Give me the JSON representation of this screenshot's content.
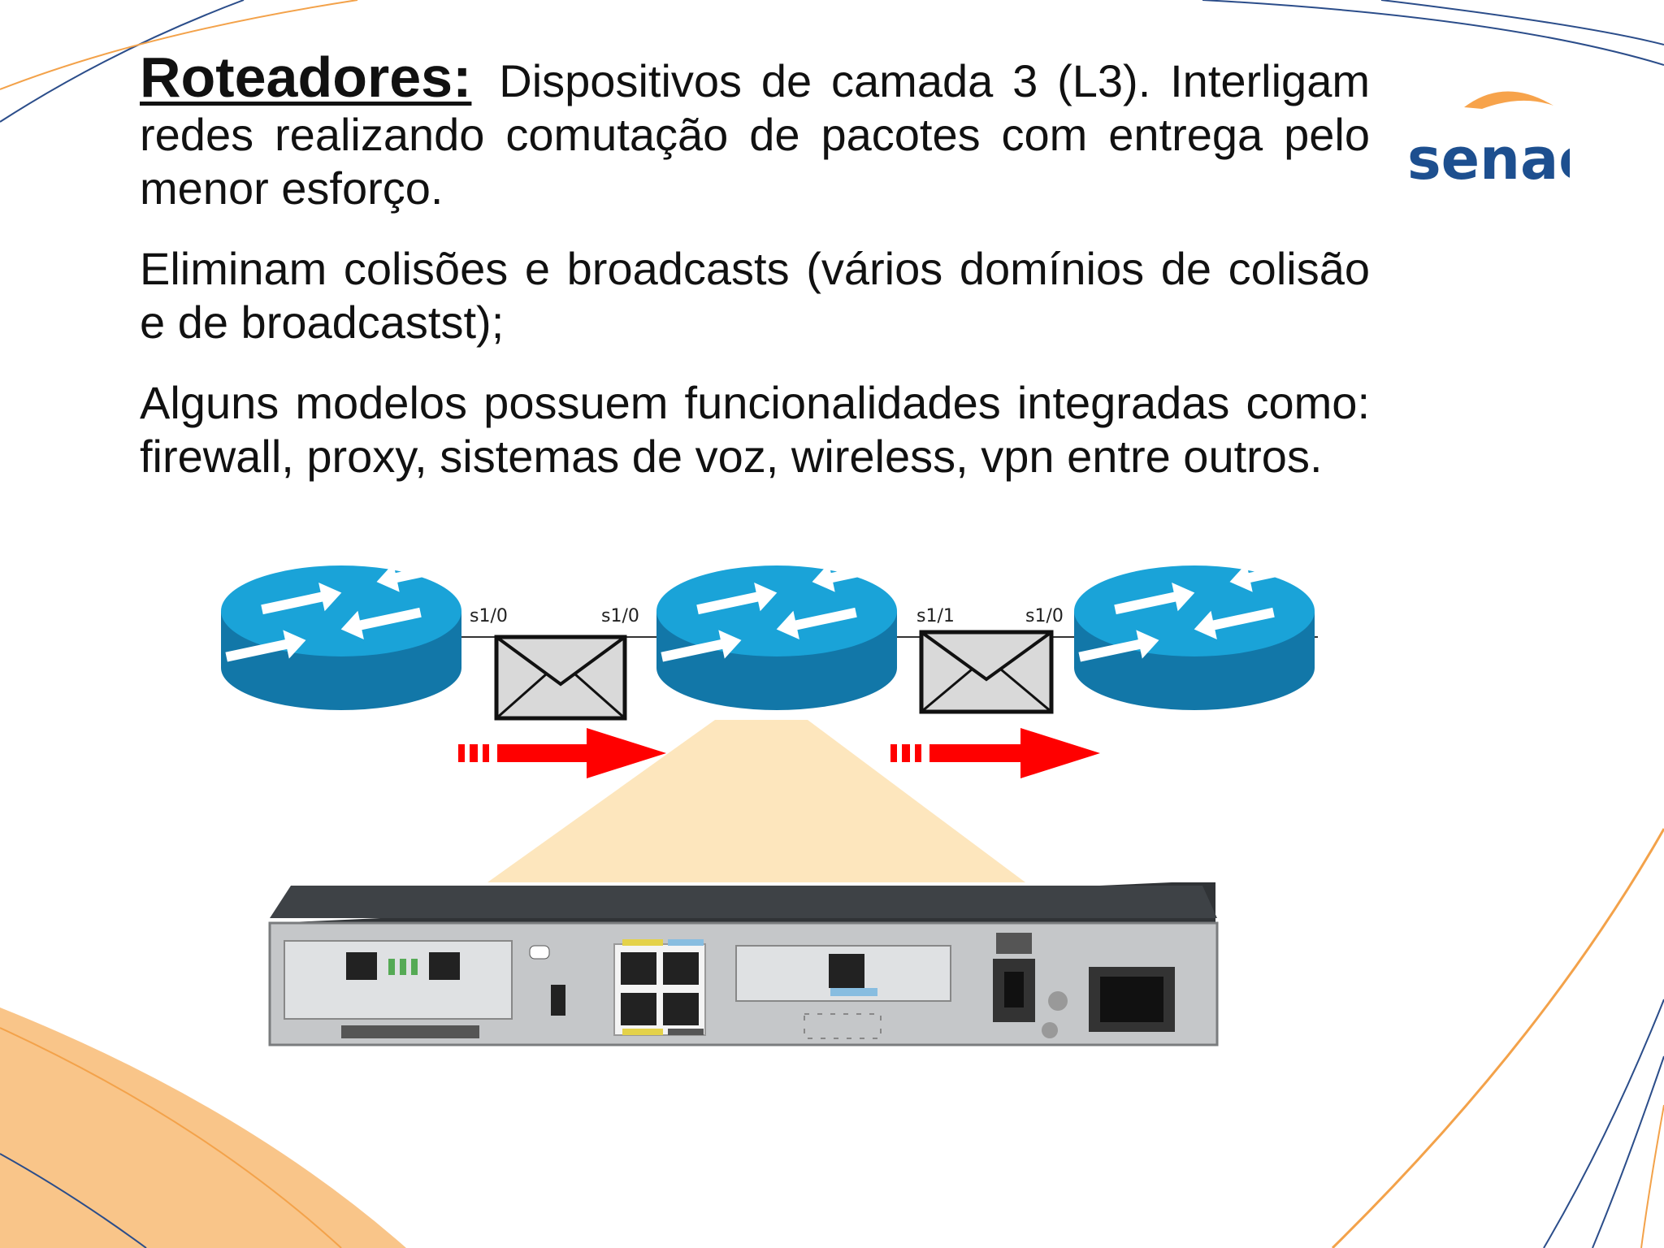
{
  "slide": {
    "title": "Roteadores:",
    "intro": "Dispositivos de camada 3 (L3). Interligam redes realizando comutação de pacotes com entrega pelo menor esforço.",
    "paragraph2": "Eliminam colisões e broadcasts (vários domínios de colisão e de broadcastst);",
    "paragraph3": "Alguns modelos possuem funcionalidades integradas como: firewall, proxy, sistemas de voz, wireless, vpn entre outros."
  },
  "logo": {
    "text": "senac"
  },
  "diagram": {
    "interfaces": {
      "r1_right": "s1/0",
      "r2_left": "s1/0",
      "r2_right": "s1/1",
      "r3_left": "s1/0"
    }
  },
  "colors": {
    "router": "#1aa3d8",
    "router_side": "#1277a8",
    "arrow": "#ff0000",
    "beam": "#fde6bd",
    "accent_orange": "#f7a34b",
    "logo_blue": "#1d4f8f"
  }
}
